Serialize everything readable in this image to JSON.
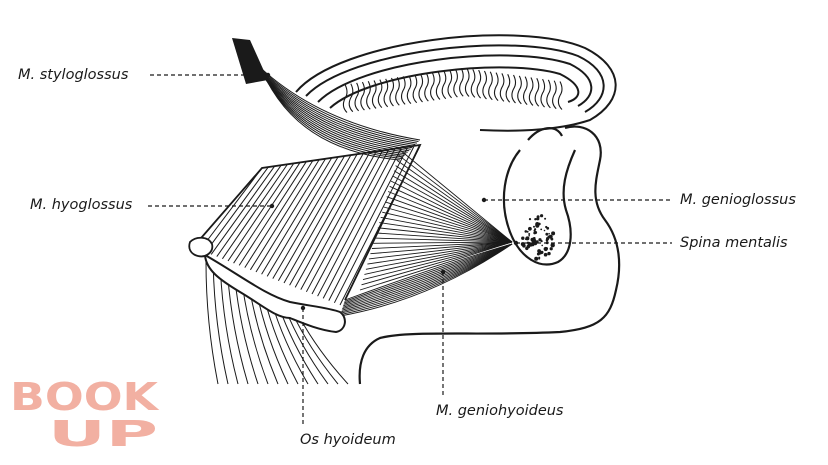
{
  "labels": {
    "styloglossus": "M. styloglossus",
    "hyoglossus": "M. hyoglossus",
    "genioglossus": "M. genioglossus",
    "spina_mentalis": "Spina mentalis",
    "geniohyoideus": "M. geniohyoideus",
    "os_hyoideum": "Os hyoideum"
  },
  "logo": {
    "line1": "BOOK",
    "line2": "UP",
    "color": "#f2b0a2"
  },
  "colors": {
    "ink": "#1a1a1a",
    "background": "#ffffff"
  }
}
